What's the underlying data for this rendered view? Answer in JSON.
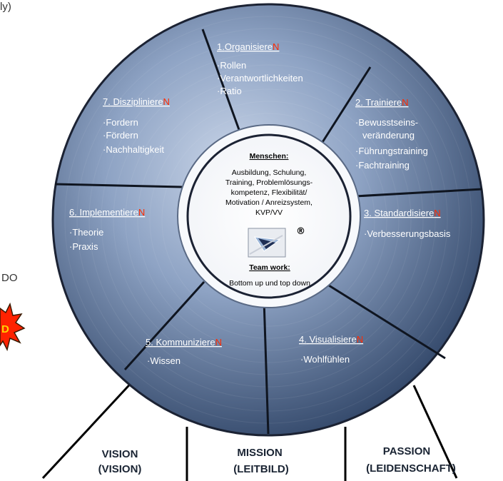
{
  "top_fragment": "ly)",
  "left_fragment": "DO",
  "burst_fragment": "D",
  "segments": [
    {
      "number": "1.",
      "word": "Organisiere",
      "highlight": "N",
      "items": [
        "·Rollen",
        "·Verantwortlichkeiten",
        "·Ratio"
      ]
    },
    {
      "number": "2.",
      "word": "Trainiere",
      "highlight": "N",
      "items": [
        "·Bewusstseins-",
        "veränderung",
        "·Führungstraining",
        "·Fachtraining"
      ]
    },
    {
      "number": "3.",
      "word": "Standardisiere",
      "highlight": "N",
      "items": [
        "·Verbesserungsbasis"
      ]
    },
    {
      "number": "4.",
      "word": "Visualisiere",
      "highlight": "N",
      "items": [
        "·Wohlfühlen"
      ]
    },
    {
      "number": "5.",
      "word": "Kommuniziere",
      "highlight": "N",
      "items": [
        "·Wissen"
      ]
    },
    {
      "number": "6.",
      "word": "Implementiere",
      "highlight": "N",
      "items": [
        "·Theorie",
        "·Praxis"
      ]
    },
    {
      "number": "7.",
      "word": "Diszipliniere",
      "highlight": "N",
      "items": [
        "·Fordern",
        "·Fördern",
        "·Nachhaltigkeit"
      ]
    }
  ],
  "center": {
    "heading1": "Menschen:",
    "lines": [
      "Ausbildung, Schulung,",
      "Training, Problemlösungs-",
      "kompetenz, Flexibilität/",
      "Motivation / Anreizsystem,",
      "KVP/VV"
    ],
    "mark": "®",
    "heading2": "Team work:",
    "line2": "Bottom up und top down"
  },
  "pillars": [
    {
      "line1": "VISION",
      "line2": "(VISION)"
    },
    {
      "line1": "MISSION",
      "line2": "(LEITBILD)"
    },
    {
      "line1": "PASSION",
      "line2": "(LEIDENSCHAFT)"
    }
  ],
  "colors": {
    "wheel_dark": "#3d5577",
    "wheel_light": "#b9c8df",
    "highlight": "#ff2a00",
    "burst": "#ff2200"
  }
}
